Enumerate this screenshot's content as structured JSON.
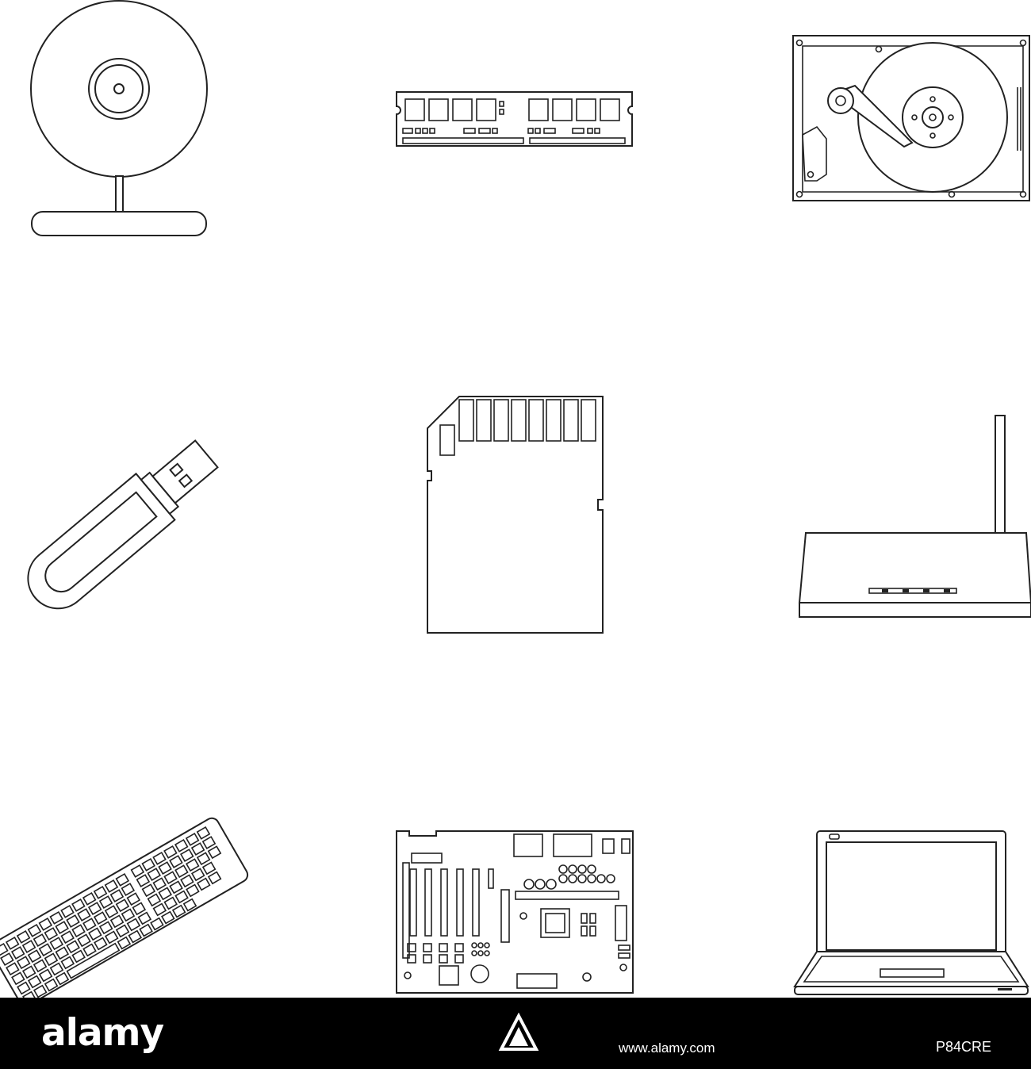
{
  "icons": [
    {
      "name": "webcam-icon"
    },
    {
      "name": "ram-module-icon"
    },
    {
      "name": "hard-drive-icon"
    },
    {
      "name": "usb-flash-drive-icon"
    },
    {
      "name": "sd-card-icon"
    },
    {
      "name": "wifi-router-icon"
    },
    {
      "name": "keyboard-icon"
    },
    {
      "name": "motherboard-icon"
    },
    {
      "name": "laptop-icon"
    }
  ],
  "footer": {
    "brand": "alamy",
    "image_id": "P84CRE",
    "url": "www.alamy.com",
    "background": "#000000",
    "text_color": "#ffffff"
  },
  "colors": {
    "background": "#ffffff",
    "stroke": "#222222"
  }
}
